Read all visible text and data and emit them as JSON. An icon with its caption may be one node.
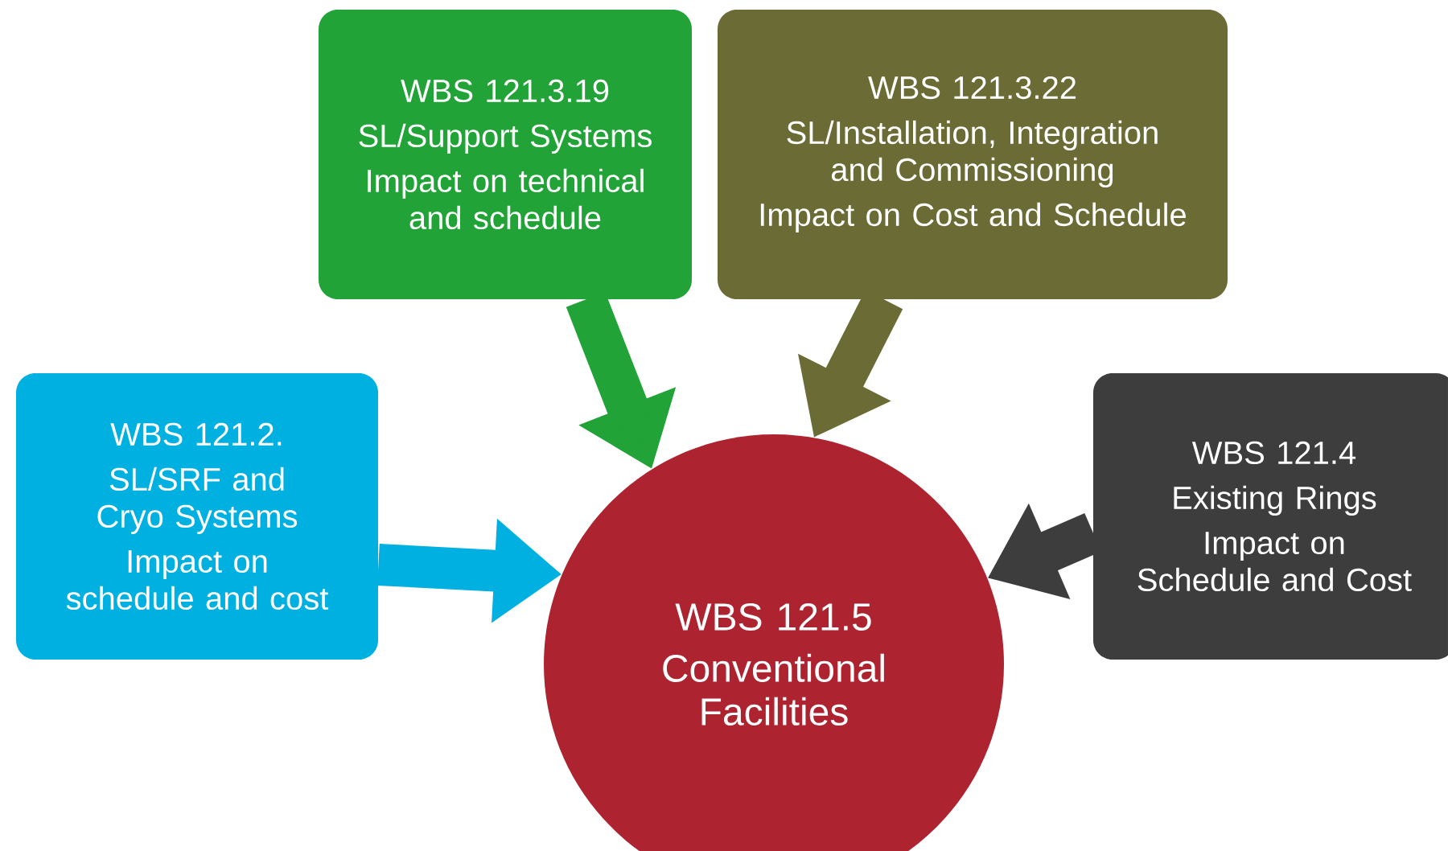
{
  "diagram": {
    "nodes": [
      {
        "text": [
          "WBS 121.3.19",
          "SL/Support Systems",
          "Impact on technical and schedule"
        ]
      },
      {
        "text": [
          "WBS 121.3.22",
          "SL/Installation, Integration and Commissioning",
          "Impact on Cost and Schedule"
        ]
      },
      {
        "text": [
          "WBS 121.2.",
          "SL/SRF and Cryo Systems",
          "Impact on schedule and cost"
        ]
      },
      {
        "text": [
          "WBS 121.4",
          "Existing Rings",
          "Impact on Schedule and Cost"
        ]
      },
      {
        "text": [
          "WBS 121.5",
          "Conventional Facilities"
        ]
      }
    ],
    "edges": [
      {
        "from": 0,
        "to": 4,
        "arrow": "to",
        "color": "#21a337"
      },
      {
        "from": 1,
        "to": 4,
        "arrow": "to",
        "color": "#6b6b35"
      },
      {
        "from": 2,
        "to": 4,
        "arrow": "to",
        "color": "#00b0e0"
      },
      {
        "from": 3,
        "to": 4,
        "arrow": "to",
        "color": "#3d3d3d"
      }
    ]
  }
}
